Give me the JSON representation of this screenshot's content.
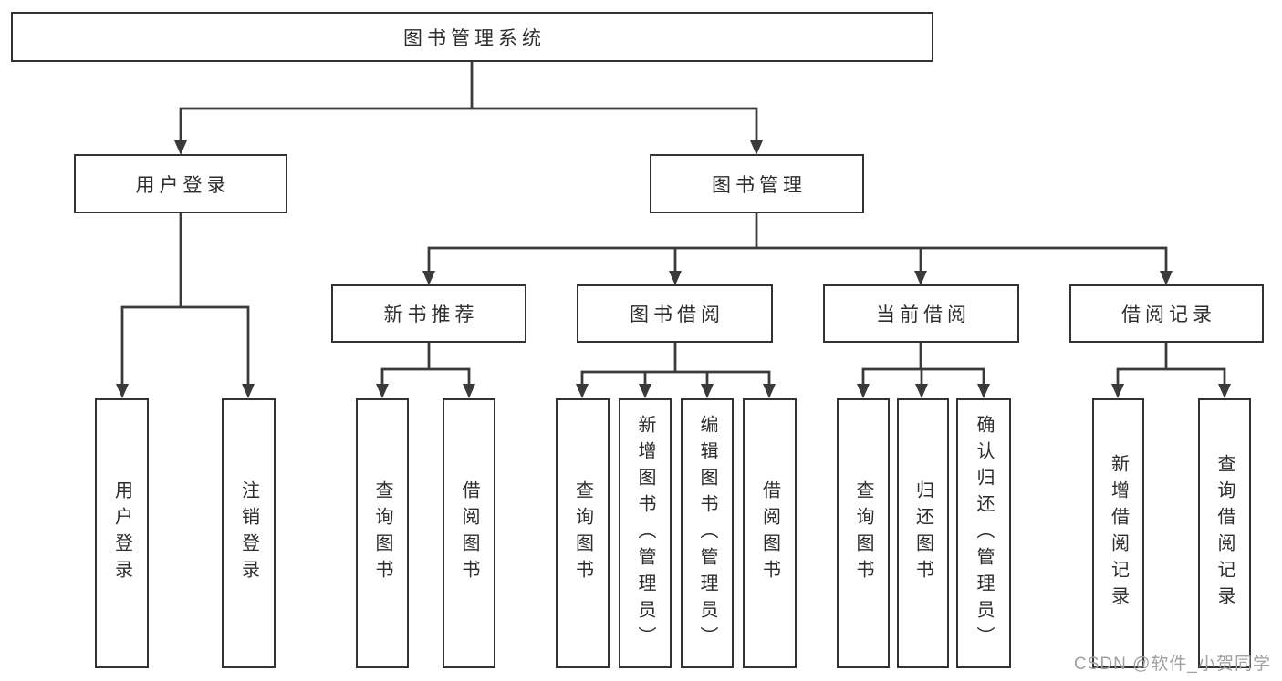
{
  "tree": {
    "root": {
      "label": "图书管理系统"
    },
    "branches": [
      {
        "label": "用户登录",
        "leaves": [
          "用户登录",
          "注销登录"
        ]
      },
      {
        "label": "图书管理",
        "sections": [
          {
            "label": "新书推荐",
            "leaves": [
              "查询图书",
              "借阅图书"
            ]
          },
          {
            "label": "图书借阅",
            "leaves": [
              "查询图书",
              "新增图书（管理员）",
              "编辑图书（管理员）",
              "借阅图书"
            ]
          },
          {
            "label": "当前借阅",
            "leaves": [
              "查询图书",
              "归还图书",
              "确认归还（管理员）"
            ]
          },
          {
            "label": "借阅记录",
            "leaves": [
              "新增借阅记录",
              "查询借阅记录"
            ]
          }
        ]
      }
    ]
  },
  "watermark": {
    "text": "CSDN @软件_小贺同学"
  },
  "colors": {
    "line": "#3a3a3a",
    "box_border": "#333333",
    "text": "#2d2d2d",
    "watermark": "#a0a0a0",
    "background": "#ffffff"
  }
}
